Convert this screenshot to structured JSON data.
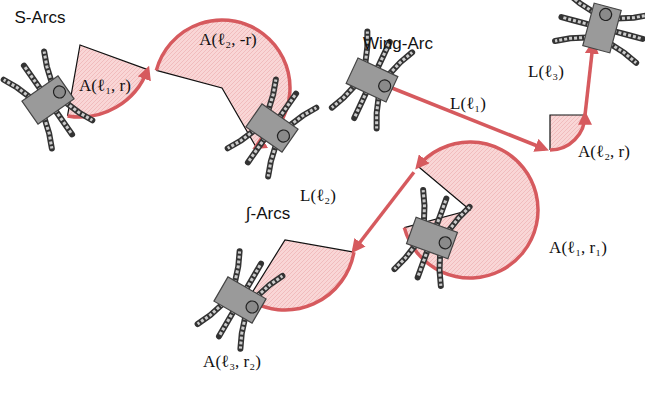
{
  "diagram": {
    "labels": [
      "S-Arcs",
      "A(ℓ₁, r)",
      "A(ℓ₂, -r)",
      "Wing-Arc",
      "L(ℓ₁)",
      "L(ℓ₃)",
      "A(ℓ₂, r)",
      "∫-Arcs",
      "L(ℓ₂)",
      "A(ℓ₁, r₁)",
      "A(ℓ₃, r₂)"
    ]
  }
}
